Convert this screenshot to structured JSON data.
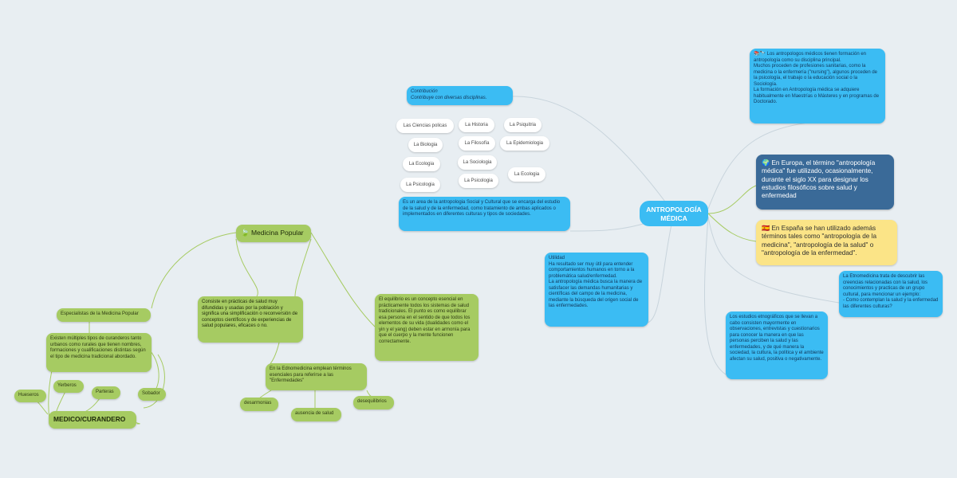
{
  "center": {
    "title": "ANTROPOLOGÍA\nMÉDICA"
  },
  "contribucion": {
    "text": "Contribución\nContribuye con diversas disciplinas."
  },
  "disciplines": [
    "Las Ciencias policas",
    "La Historia",
    "La Psiquitria",
    "La Biologia",
    "La Filosofía",
    "La Epidemiologia",
    "La Ecologia",
    "La Sociologia",
    "La Ecologia",
    "La Psicologia",
    "La Psicologia"
  ],
  "definicion": {
    "text": "Es un area de la antropologia Social y Cultural que se encarga del estudio de la salud y de la enfermedad, como tratamiento de ambas aplicados o implementados en diferentes culturas y tipos de sociedades."
  },
  "formacion": {
    "text": "📚🔭 Los antropologos médicos tienen formación en antropología como su disciplina principal.\nMuchos proceden de profesiones sanitarias, como la medicina o la enfermería (\"nursing\"), algunos proceden de la psicología, el trabajo o la educación social o la Sociología.\nLa formación en Antropología médica se adquiere habitualmente en Maestrías o Másteres  y en programas de Doctorado."
  },
  "europa": {
    "text": "🌍 En Europa, el término \"antropología médica\" fue utilizado, ocasionalmente, durante el siglo XX para designar los estudios filosóficos sobre salud y enfermedad"
  },
  "espana": {
    "text": "🇪🇸 En España se han utilizado además términos tales como \"antropología de la medicina\", \"antropología de la salud\" o \"antropología de la enfermedad\"."
  },
  "etnomedicina": {
    "text": "La Etnomedicina trata de descubrir las creencias relacionadas con la salud, los conocimientos y practicas de un grupo cultural, para mencionar un ejemplo:\n- Como contemplan la salud y la enfermedad las diferentes culturas?"
  },
  "etnograficos": {
    "text": "Los estudios etnográficos que se llevan a cabo consisten mayormente en observaciones, entrevistas y cuestionarios para conocer la manera en que las personas perciben la salud y las enfermedades, y de qué manera la sociedad, la cultura, la política y el ambiente afectan su salud, positiva o negativamente."
  },
  "utilidad": {
    "text": "Utilidad\nHa resultado ser muy útil para entender comportamientos humanos en torno a la problemática salud/enfermedad.\nLa antropología médica busca la manera de satisfacer las demandas humanitarias y científicas del campo de la medicina, mediante la búsqueda del origen social de las enfermedades."
  },
  "medicina_popular": {
    "title": "🍃 Medicina Popular"
  },
  "consiste": {
    "text": "Consiste en prácticas de salud muy difundidas y usadas por la población y significa una simplificación o reconversión de conceptos científicos y de experiencias de salud populares, eficaces o no."
  },
  "equilibrio": {
    "text": "El equilibrio es un concepto esencial en prácticamente todos los sistemas de salud tradicionales. El punto es como equilibrar esa persona en el sentido de que todos los elementos de su vida (dualidades como el yin y el yang) deben estar en armonía para que el cuerpo y la mente funcionen correctamente."
  },
  "especialistas": {
    "text": "Especialistas de la Medicina Popular"
  },
  "curanderos": {
    "text": "Existen múltiples tipos de curanderos tanto urbanos como rurales que tienen nombres, formaciones y cualificaciones distintas según el tipo de medicina tradicional abordado."
  },
  "tipos": {
    "yerberos": "Yerberos",
    "parteras": "Parteras",
    "sobador": "Sobador",
    "hueseros": "Hueseros",
    "medico": "MEDICO/CURANDERO"
  },
  "edno": {
    "text": "En la Ednomedicina emplean términos esenciales para referirse a las \"Enfermedades\""
  },
  "enfermedades": {
    "desarmonias": "desarmonias",
    "ausencia": "ausencia de salud",
    "desequilibrios": "desequilibrios"
  },
  "colors": {
    "blue": "#3bbcf3",
    "dark": "#3a6a98",
    "yellow": "#fbe487",
    "green": "#a6cb62",
    "background": "#e8eef2"
  }
}
